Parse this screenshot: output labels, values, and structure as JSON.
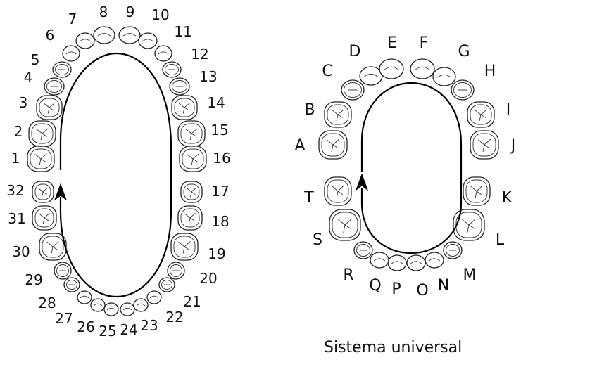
{
  "permanent": {
    "labels": [
      "1",
      "2",
      "3",
      "4",
      "5",
      "6",
      "7",
      "8",
      "9",
      "10",
      "11",
      "12",
      "13",
      "14",
      "15",
      "16",
      "17",
      "18",
      "19",
      "20",
      "21",
      "22",
      "23",
      "24",
      "25",
      "26",
      "27",
      "28",
      "29",
      "30",
      "31",
      "32"
    ]
  },
  "primary": {
    "labels": [
      "A",
      "B",
      "C",
      "D",
      "E",
      "F",
      "G",
      "H",
      "I",
      "J",
      "K",
      "L",
      "M",
      "N",
      "O",
      "P",
      "Q",
      "R",
      "S",
      "T"
    ]
  },
  "caption": "Sistema universal"
}
